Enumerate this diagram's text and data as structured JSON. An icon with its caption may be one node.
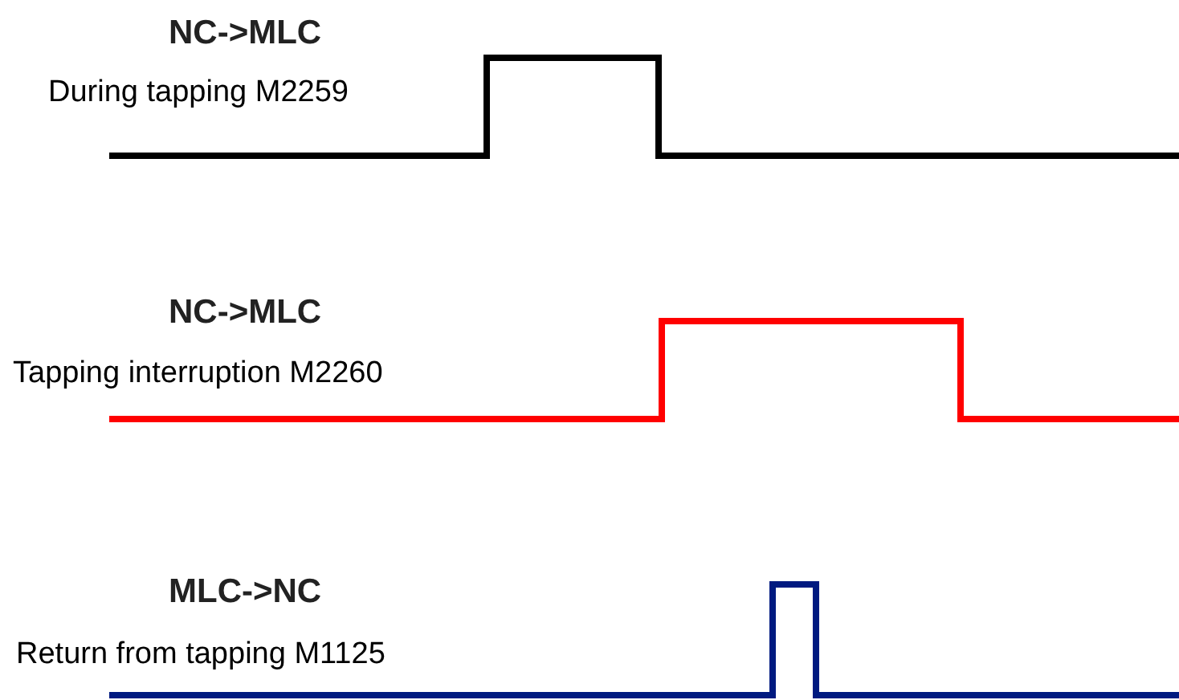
{
  "diagram": {
    "labels": [
      "NC->MLC",
      "During tapping M2259",
      "NC->MLC",
      "Tapping interruption M2260",
      "MLC->NC",
      "Return from tapping M1125"
    ]
  }
}
